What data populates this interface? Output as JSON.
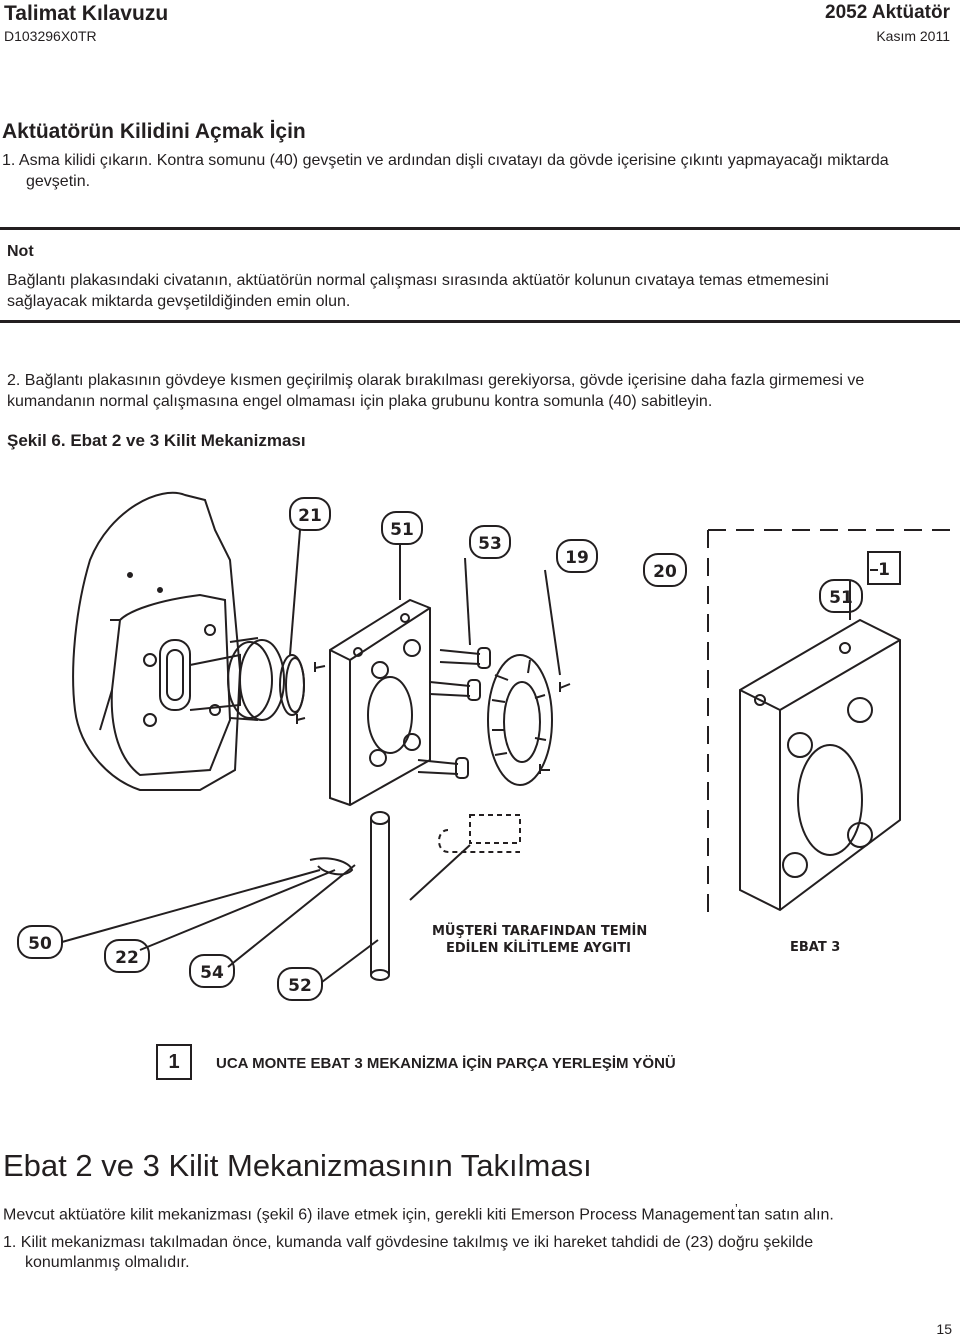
{
  "header": {
    "title": "Talimat Kılavuzu",
    "doc_code": "D103296X0TR",
    "product": "2052 Aktüatör",
    "date": "Kasım 2011"
  },
  "section1": {
    "heading": "Aktüatörün Kilidini Açmak İçin",
    "step1_line1": "1.  Asma kilidi çıkarın. Kontra somunu (40) gevşetin ve ardından dişli cıvatayı da gövde içerisine çıkıntı yapmayacağı miktarda",
    "step1_line2": "gevşetin."
  },
  "note": {
    "title": "Not",
    "line1": "Bağlantı plakasındaki civatanın, aktüatörün normal çalışması sırasında aktüatör kolunun cıvataya temas etmemesini",
    "line2": "sağlayacak miktarda gevşetildiğinden emin olun."
  },
  "step2": {
    "line1": "2.  Bağlantı plakasının gövdeye kısmen geçirilmiş olarak bırakılması gerekiyorsa, gövde içerisine daha fazla girmemesi ve",
    "line2": "kumandanın normal çalışmasına engel olmaması için plaka grubunu kontra somunla (40) sabitleyin."
  },
  "figure": {
    "title": "Şekil 6. Ebat 2 ve 3 Kilit Mekanizması",
    "callouts": {
      "c21": "21",
      "c51a": "51",
      "c53": "53",
      "c19": "19",
      "c20": "20",
      "c1": "1",
      "c51b": "51",
      "c50": "50",
      "c22": "22",
      "c54": "54",
      "c52": "52"
    },
    "customer_device_line1": "MÜŞTERİ TARAFINDAN TEMİN",
    "customer_device_line2": "EDİLEN KİLİTLEME AYGITI",
    "size_label": "EBAT 3",
    "legend_box": "1",
    "legend_text": "UCA MONTE EBAT 3 MEKANİZMA İÇİN PARÇA YERLEŞİM YÖNÜ"
  },
  "section2": {
    "heading": "Ebat 2 ve 3 Kilit Mekanizmasının Takılması",
    "intro": "Mevcut aktüatöre kilit mekanizması (şekil 6) ilave etmek için, gerekli kiti Emerson Process Management",
    "intro_tail": "’",
    "intro_end": "tan satın alın.",
    "step1_line1": "1.  Kilit mekanizması takılmadan önce, kumanda valf gövdesine takılmış ve iki hareket tahdidi de (23) doğru şekilde",
    "step1_line2": "konumlanmış olmalıdır."
  },
  "page_number": "15"
}
